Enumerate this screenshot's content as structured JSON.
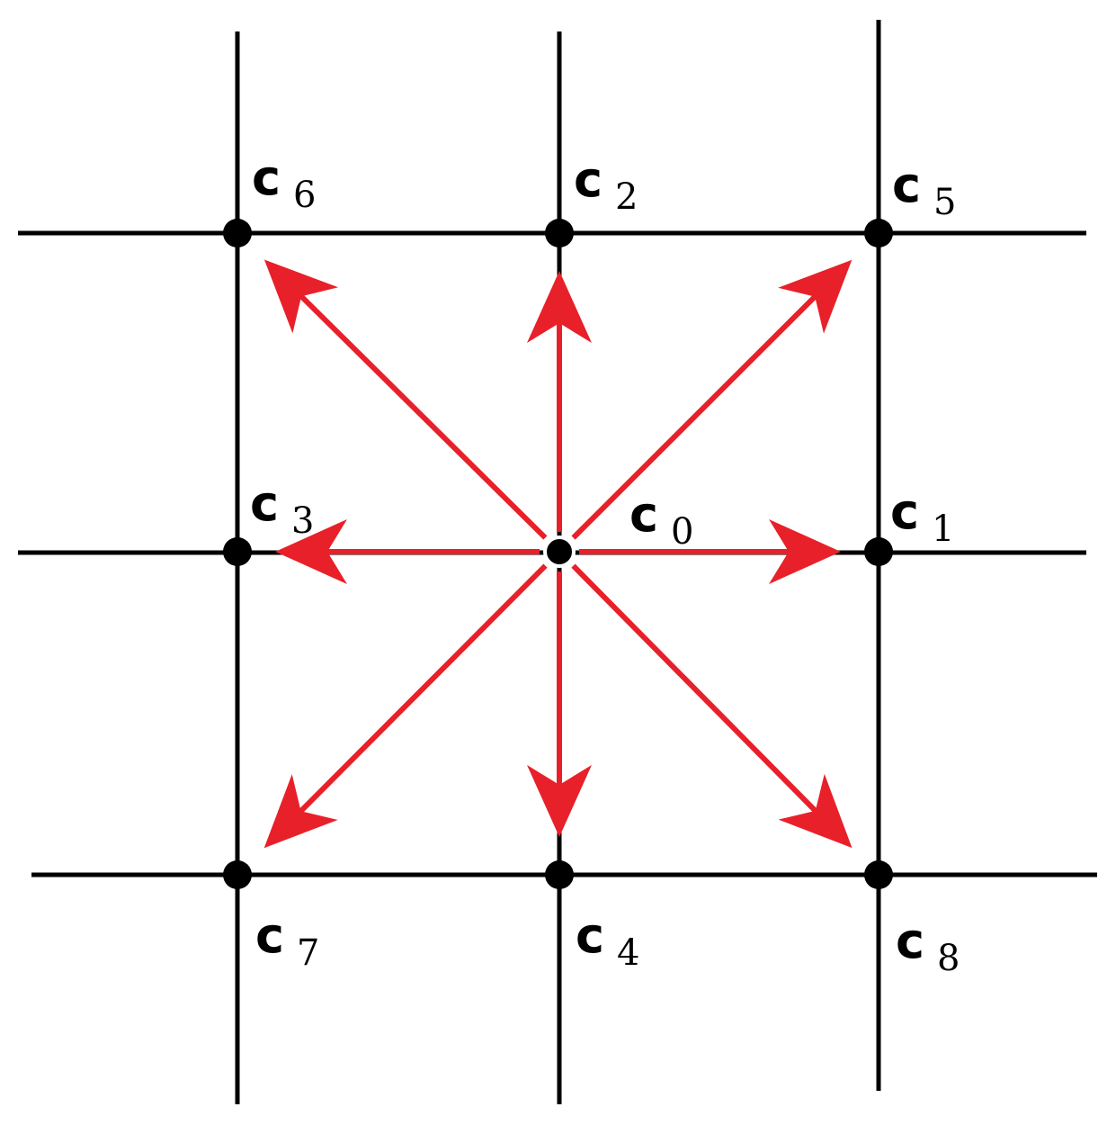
{
  "colors": {
    "grid": "#000000",
    "arrow": "#e8202a",
    "node": "#000000",
    "background": "#ffffff"
  },
  "nodes": [
    {
      "id": "c0",
      "letter": "c",
      "index": "0",
      "col": 0,
      "row": 0
    },
    {
      "id": "c1",
      "letter": "c",
      "index": "1",
      "col": 1,
      "row": 0
    },
    {
      "id": "c2",
      "letter": "c",
      "index": "2",
      "col": 0,
      "row": -1
    },
    {
      "id": "c3",
      "letter": "c",
      "index": "3",
      "col": -1,
      "row": 0
    },
    {
      "id": "c4",
      "letter": "c",
      "index": "4",
      "col": 0,
      "row": 1
    },
    {
      "id": "c5",
      "letter": "c",
      "index": "5",
      "col": 1,
      "row": -1
    },
    {
      "id": "c6",
      "letter": "c",
      "index": "6",
      "col": -1,
      "row": -1
    },
    {
      "id": "c7",
      "letter": "c",
      "index": "7",
      "col": -1,
      "row": 1
    },
    {
      "id": "c8",
      "letter": "c",
      "index": "8",
      "col": 1,
      "row": 1
    }
  ],
  "arrows": [
    {
      "from": "c0",
      "to": "c1"
    },
    {
      "from": "c0",
      "to": "c2"
    },
    {
      "from": "c0",
      "to": "c3"
    },
    {
      "from": "c0",
      "to": "c4"
    },
    {
      "from": "c0",
      "to": "c5"
    },
    {
      "from": "c0",
      "to": "c6"
    },
    {
      "from": "c0",
      "to": "c7"
    },
    {
      "from": "c0",
      "to": "c8"
    }
  ]
}
